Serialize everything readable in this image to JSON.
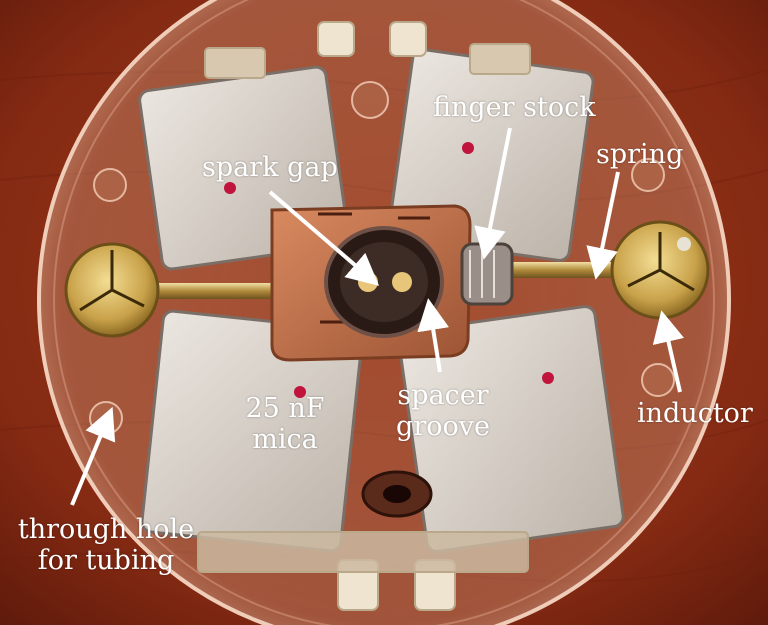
{
  "figure": {
    "labels": {
      "spark_gap": "spark gap",
      "finger_stock": "finger stock",
      "spring": "spring",
      "capacitor": [
        "25 nF",
        "mica"
      ],
      "spacer_groove": [
        "spacer",
        "groove"
      ],
      "inductor": "inductor",
      "through_hole": [
        "through hole",
        "for tubing"
      ]
    },
    "colors": {
      "wood_background": "#8a2c14",
      "label_text": "#ffffff",
      "copper_plate": "#b86a42",
      "capacitor_body": "#d8d2cb",
      "brass_terminal": "#c9a24a"
    }
  }
}
